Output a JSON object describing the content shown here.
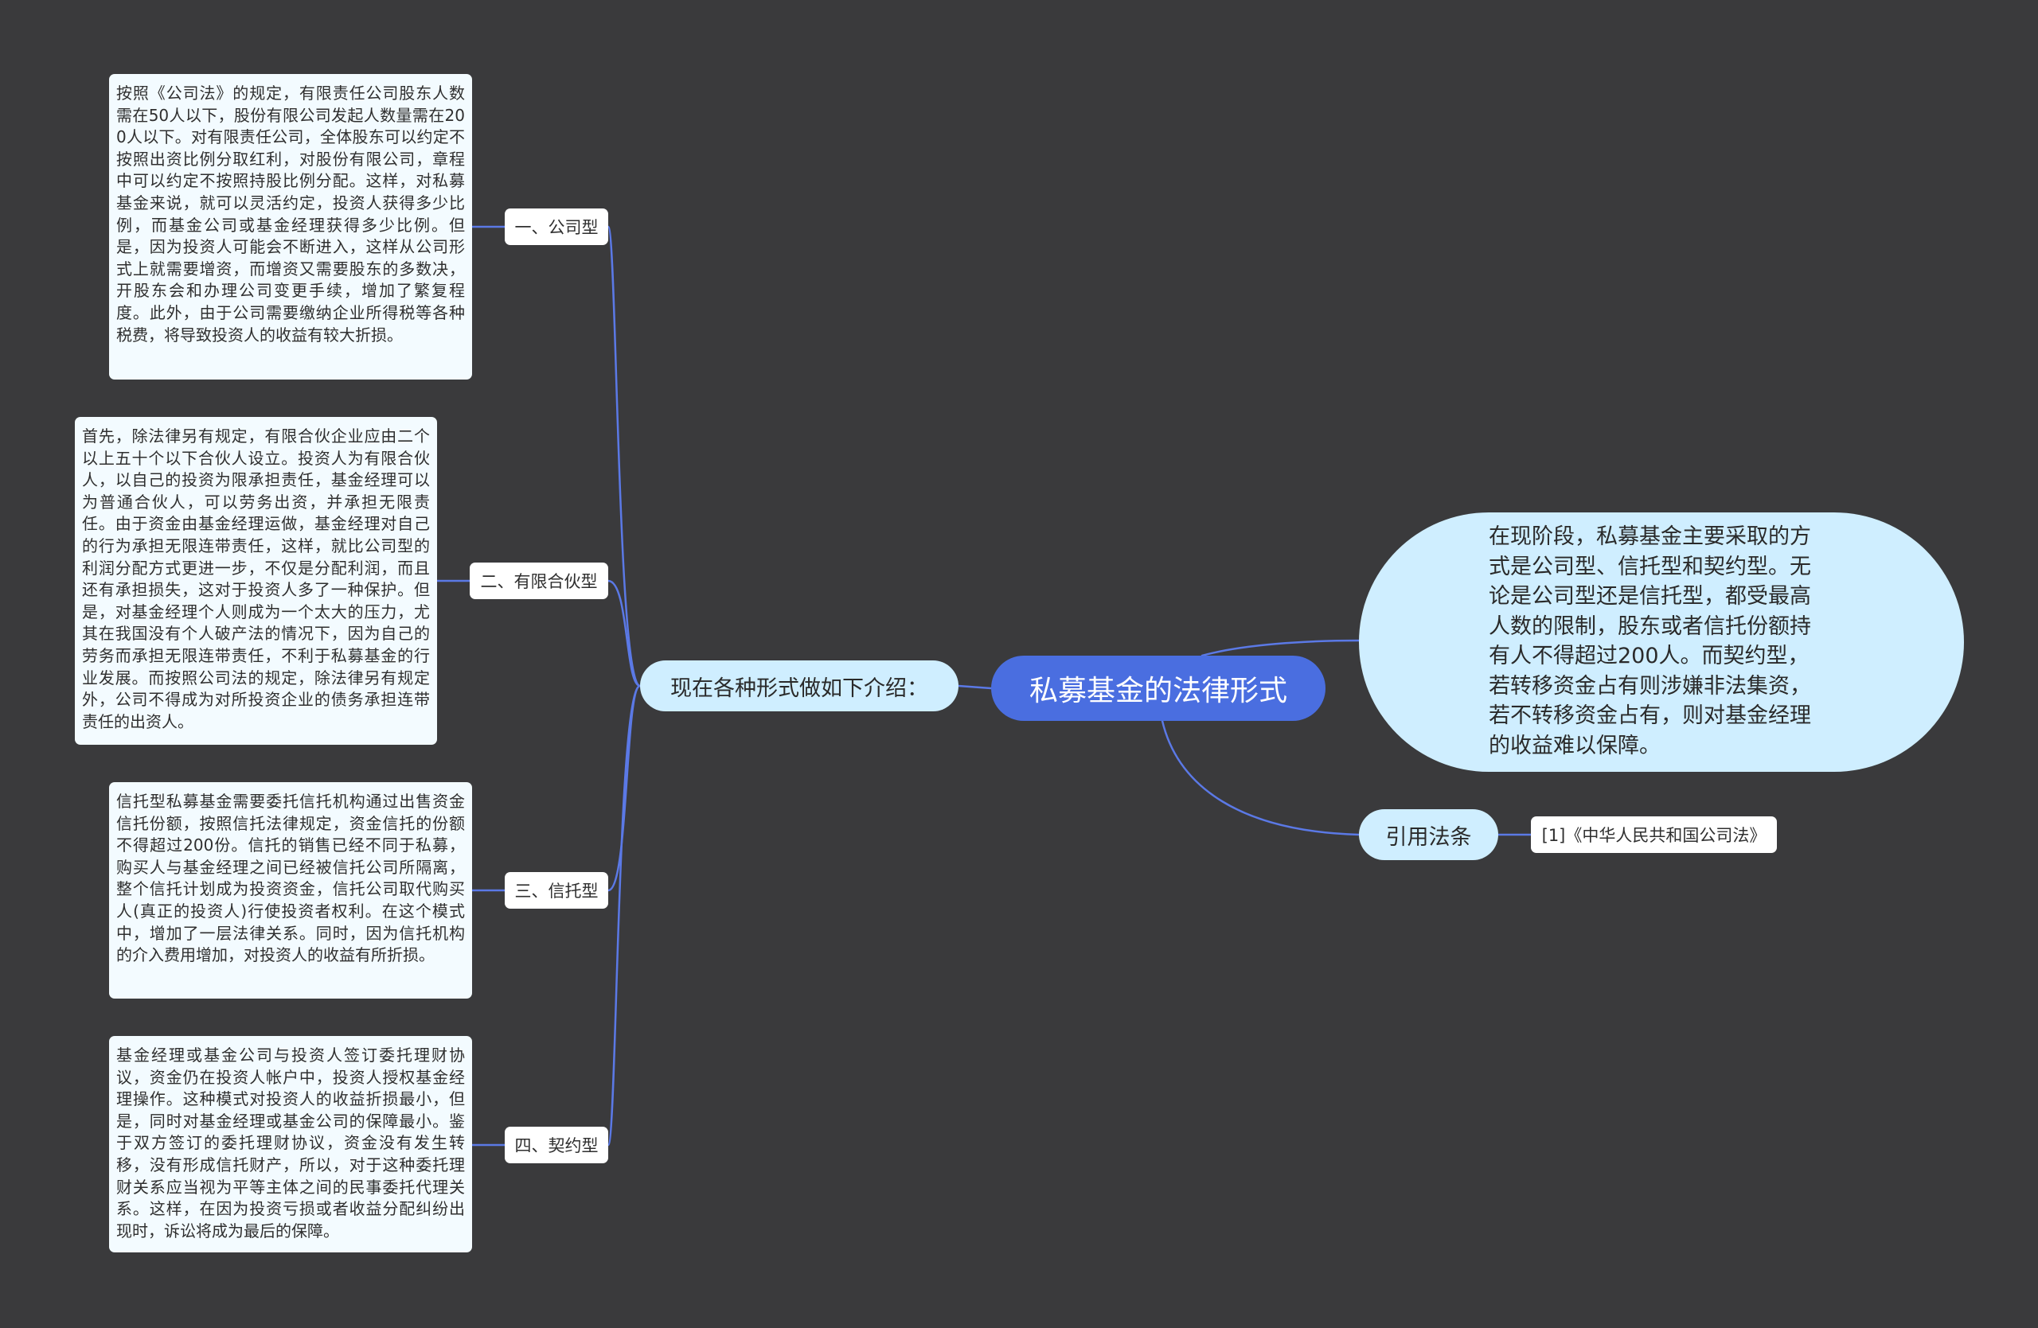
{
  "root": {
    "title": "私募基金的法律形式"
  },
  "intro": {
    "label": "现在各种形式做如下介绍："
  },
  "summary": {
    "text": "在现阶段，私募基金主要采取的方式是公司型、信托型和契约型。无论是公司型还是信托型，都受最高人数的限制，股东或者信托份额持有人不得超过200人。而契约型，若转移资金占有则涉嫌非法集资，若不转移资金占有，则对基金经理的收益难以保障。"
  },
  "citation": {
    "label": "引用法条",
    "item": "[1]《中华人民共和国公司法》"
  },
  "forms": [
    {
      "label": "一、公司型",
      "detail": "按照《公司法》的规定，有限责任公司股东人数需在50人以下，股份有限公司发起人数量需在200人以下。对有限责任公司，全体股东可以约定不按照出资比例分取红利，对股份有限公司，章程中可以约定不按照持股比例分配。这样，对私募基金来说，就可以灵活约定，投资人获得多少比例，而基金公司或基金经理获得多少比例。但是，因为投资人可能会不断进入，这样从公司形式上就需要增资，而增资又需要股东的多数决，开股东会和办理公司变更手续，增加了繁复程度。此外，由于公司需要缴纳企业所得税等各种税费，将导致投资人的收益有较大折损。"
    },
    {
      "label": "二、有限合伙型",
      "detail": "首先，除法律另有规定，有限合伙企业应由二个以上五十个以下合伙人设立。投资人为有限合伙人，以自己的投资为限承担责任，基金经理可以为普通合伙人，可以劳务出资，并承担无限责任。由于资金由基金经理运做，基金经理对自己的行为承担无限连带责任，这样，就比公司型的利润分配方式更进一步，不仅是分配利润，而且还有承担损失，这对于投资人多了一种保护。但是，对基金经理个人则成为一个太大的压力，尤其在我国没有个人破产法的情况下，因为自己的劳务而承担无限连带责任，不利于私募基金的行业发展。而按照公司法的规定，除法律另有规定外，公司不得成为对所投资企业的债务承担连带责任的出资人。"
    },
    {
      "label": "三、信托型",
      "detail": "信托型私募基金需要委托信托机构通过出售资金信托份额，按照信托法律规定，资金信托的份额不得超过200份。信托的销售已经不同于私募，购买人与基金经理之间已经被信托公司所隔离，整个信托计划成为投资资金，信托公司取代购买人(真正的投资人)行使投资者权利。在这个模式中，增加了一层法律关系。同时，因为信托机构的介入费用增加，对投资人的收益有所折损。"
    },
    {
      "label": "四、契约型",
      "detail": "基金经理或基金公司与投资人签订委托理财协议，资金仍在投资人帐户中，投资人授权基金经理操作。这种模式对投资人的收益折损最小，但是，同时对基金经理或基金公司的保障最小。鉴于双方签订的委托理财协议，资金没有发生转移，没有形成信托财产，所以，对于这种委托理财关系应当视为平等主体之间的民事委托代理关系。这样，在因为投资亏损或者收益分配纠纷出现时，诉讼将成为最后的保障。"
    }
  ],
  "colors": {
    "background": "#3a3a3c",
    "root": "#4a6ee0",
    "pill": "#cfeeff",
    "connector": "#5b79e6",
    "label": "#ffffff",
    "detail": "#f3fbff"
  }
}
